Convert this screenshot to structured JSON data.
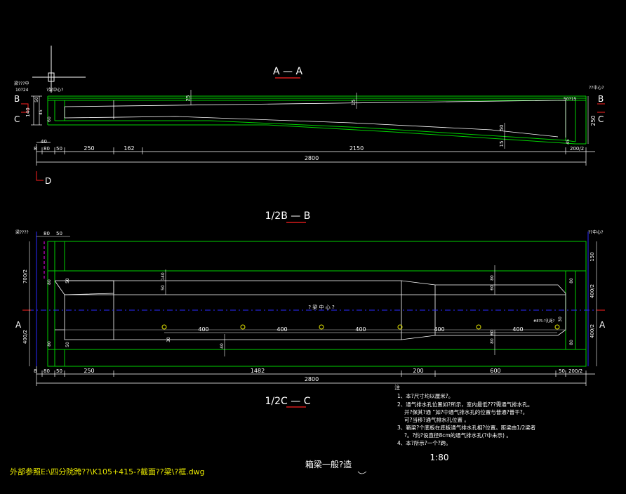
{
  "colors": {
    "background": "#000000",
    "green": "#00d000",
    "white": "#ffffff",
    "red": "#ff2020",
    "blue": "#2a2aff",
    "magenta": "#ff00ff",
    "yellow": "#e8e800",
    "cyan": "#00c8c8"
  },
  "drawing": {
    "file_path": "外部参照E:\\四分院跨??\\K105+415-?截面??梁\\?框.dwg",
    "title": "箱梁一般?造",
    "scale": "1:80"
  },
  "sections": {
    "aa_title": "A — A",
    "bb_title": "1/2B — B",
    "cc_title": "1/2C — C"
  },
  "section_marks": {
    "B": "B",
    "C": "C",
    "D": "D",
    "A": "A"
  },
  "aa": {
    "left_tag": "梁???中",
    "left_tag2": "10?24",
    "left_center": "?架中心?",
    "right_tag": "??中心?",
    "right_tag2": "50?15",
    "dims_top": [
      "25",
      "15",
      "50",
      "15",
      "45"
    ],
    "dims_left": [
      "140",
      "50",
      "45",
      "60"
    ],
    "dims_right": [
      "250"
    ],
    "dims_bottom_top": [
      "40"
    ],
    "dims_bottom": [
      "8",
      "80",
      "50",
      "250",
      "162",
      "2150",
      "200/2"
    ],
    "overall": "2800"
  },
  "bb": {
    "left_tag": "梁????",
    "right_tag": "??中心?",
    "dims_top": [
      "80",
      "50"
    ],
    "dims_left": [
      "700/2",
      "400/2",
      "80",
      "80"
    ],
    "dims_right": [
      "150",
      "400/2",
      "400/2",
      "80",
      "80",
      "30"
    ],
    "inner_dims": [
      "50",
      "50",
      "140",
      "50",
      "80",
      "80",
      "60",
      "60",
      "40",
      "30"
    ],
    "center_label": "? 梁 中 心 ?",
    "spacing": [
      "400",
      "400",
      "400",
      "400",
      "400"
    ],
    "right_note": "#8?5-?孔距?",
    "dims_bottom": [
      "8",
      "80",
      "50",
      "250",
      "1482",
      "200",
      "600",
      "50",
      "200/2"
    ],
    "overall": "2800"
  },
  "notes": {
    "header": "注",
    "items": [
      "1、本?尺寸均以厘米?。",
      "2、通气排水孔位置如?所示，室内最低???需通气排水孔。",
      "并?保其?通 “如?中通气排水孔的位置与普通?普干?。",
      "可?当移?通气排水孔位置 。",
      "3、箱梁?个底板在底板通气排水孔相?位置。距梁由1/2梁者",
      "?。?约?设直径8cm的通气排水孔(?中未示) 。",
      "4、本?所示?一个?跨。"
    ]
  }
}
